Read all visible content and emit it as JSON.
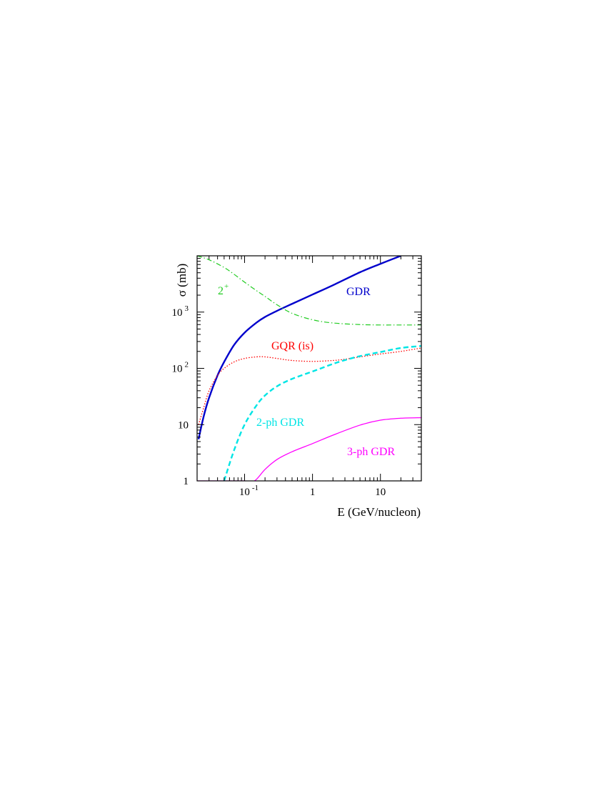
{
  "chart_data": {
    "type": "line",
    "xlabel": "E (GeV/nucleon)",
    "ylabel": "σ (mb)",
    "xscale": "log",
    "yscale": "log",
    "xlim": [
      0.02,
      40
    ],
    "ylim": [
      1,
      10000
    ],
    "grid": false,
    "x_ticks": [
      {
        "value": 0.1,
        "base": "10",
        "exp": "-1"
      },
      {
        "value": 1,
        "base": "1",
        "exp": ""
      },
      {
        "value": 10,
        "base": "10",
        "exp": ""
      }
    ],
    "y_ticks": [
      {
        "value": 1,
        "base": "1",
        "exp": ""
      },
      {
        "value": 10,
        "base": "10",
        "exp": ""
      },
      {
        "value": 100,
        "base": "10",
        "exp": "2"
      },
      {
        "value": 1000,
        "base": "10",
        "exp": "3"
      }
    ],
    "series": [
      {
        "name": "GDR",
        "color": "#0000cc",
        "style": "solid-thick",
        "x": [
          0.021,
          0.025,
          0.03,
          0.04,
          0.05,
          0.07,
          0.1,
          0.15,
          0.2,
          0.3,
          0.5,
          1,
          2,
          5,
          10,
          20
        ],
        "y": [
          5.5,
          14,
          30,
          75,
          130,
          260,
          430,
          650,
          820,
          1050,
          1400,
          2050,
          3000,
          5100,
          7200,
          10000
        ]
      },
      {
        "name": "GQR (is)",
        "color": "#ff0000",
        "style": "dotted",
        "x": [
          0.021,
          0.025,
          0.03,
          0.04,
          0.05,
          0.07,
          0.1,
          0.15,
          0.2,
          0.3,
          0.5,
          1,
          2,
          3,
          5,
          10,
          20,
          40
        ],
        "y": [
          10,
          20,
          40,
          75,
          100,
          130,
          150,
          160,
          160,
          150,
          138,
          133,
          138,
          145,
          160,
          180,
          200,
          230
        ]
      },
      {
        "name": "2-ph GDR",
        "color": "#00e5e5",
        "style": "dashed-thick",
        "x": [
          0.05,
          0.07,
          0.1,
          0.15,
          0.2,
          0.3,
          0.5,
          1,
          2,
          3,
          5,
          10,
          20,
          40
        ],
        "y": [
          1,
          3.5,
          10,
          22,
          33,
          48,
          65,
          88,
          120,
          140,
          165,
          195,
          230,
          250
        ]
      },
      {
        "name": "3-ph GDR",
        "color": "#ff00ff",
        "style": "solid",
        "x": [
          0.02,
          0.05,
          0.1,
          0.14,
          0.2,
          0.3,
          0.5,
          1,
          2,
          5,
          10,
          20,
          40
        ],
        "y": [
          1,
          1,
          1,
          1,
          1.6,
          2.4,
          3.3,
          4.6,
          6.5,
          9.8,
          12,
          13,
          13.3
        ]
      },
      {
        "name": "2+",
        "name_base": "2",
        "name_sup": "+",
        "color": "#22cc22",
        "style": "dashdot",
        "x": [
          0.02,
          0.03,
          0.05,
          0.07,
          0.1,
          0.15,
          0.2,
          0.3,
          0.5,
          1,
          2,
          5,
          10,
          20,
          40
        ],
        "y": [
          10000,
          8500,
          6200,
          4700,
          3400,
          2400,
          1900,
          1350,
          950,
          730,
          640,
          600,
          590,
          590,
          590
        ]
      }
    ]
  }
}
